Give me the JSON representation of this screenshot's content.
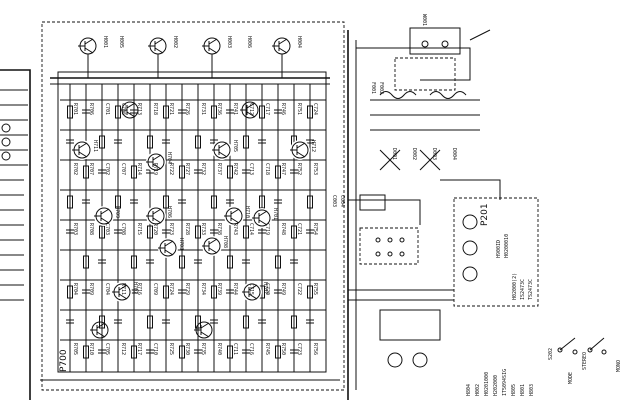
{
  "board": {
    "label": "P700",
    "power_block_labels": [
      "P201",
      "H900ID",
      "H0200010",
      "H02000(2)",
      "IS2473C",
      "TS2473C"
    ]
  },
  "output_transistors": [
    "H001",
    "H002",
    "H003",
    "H004",
    "H005",
    "H006"
  ],
  "transistors": [
    "H711",
    "H712",
    "H704",
    "H705",
    "H709",
    "H706",
    "H708",
    "H710",
    "H703",
    "H701",
    "H702",
    "H707"
  ],
  "power_supply": {
    "plug_label": "W001",
    "fuse_labels": [
      "F001",
      "F002"
    ],
    "caps": [
      "C003",
      "C004"
    ],
    "diode_labels": [
      "D001",
      "D002",
      "D003",
      "D004"
    ]
  },
  "bottom_labels": [
    "H804",
    "H002",
    "H0201000",
    "H202000",
    "IT5094SIG",
    "H805",
    "H801",
    "H803"
  ],
  "switch_labels": [
    "S202",
    "MODE",
    "STEREO",
    "MONO"
  ],
  "part_labels": [
    "R701",
    "R702",
    "R703",
    "R704",
    "R705",
    "R706",
    "R707",
    "R708",
    "R709",
    "R710",
    "C701",
    "C702",
    "C703",
    "C704",
    "C705",
    "C706",
    "C707",
    "C708",
    "R711",
    "R712",
    "R713",
    "R714",
    "R715",
    "R716",
    "R717",
    "R718",
    "R719",
    "R720",
    "C709",
    "C710",
    "R721",
    "R722",
    "R723",
    "R724",
    "R725",
    "R726",
    "R727",
    "R728",
    "R729",
    "R730",
    "R731",
    "R732",
    "R733",
    "R734",
    "R735",
    "R736",
    "R737",
    "R738",
    "R739",
    "R740",
    "R741",
    "R742",
    "R743",
    "R744",
    "C711",
    "C712",
    "C713",
    "C714",
    "C715",
    "C716",
    "C717",
    "C718",
    "C719",
    "C720",
    "R745",
    "R746",
    "R747",
    "R748",
    "R749",
    "R750",
    "R751",
    "R752",
    "C721",
    "C722",
    "C723",
    "C724",
    "R753",
    "R754",
    "R755",
    "R756",
    "R757",
    "R758",
    "R759",
    "R760"
  ]
}
